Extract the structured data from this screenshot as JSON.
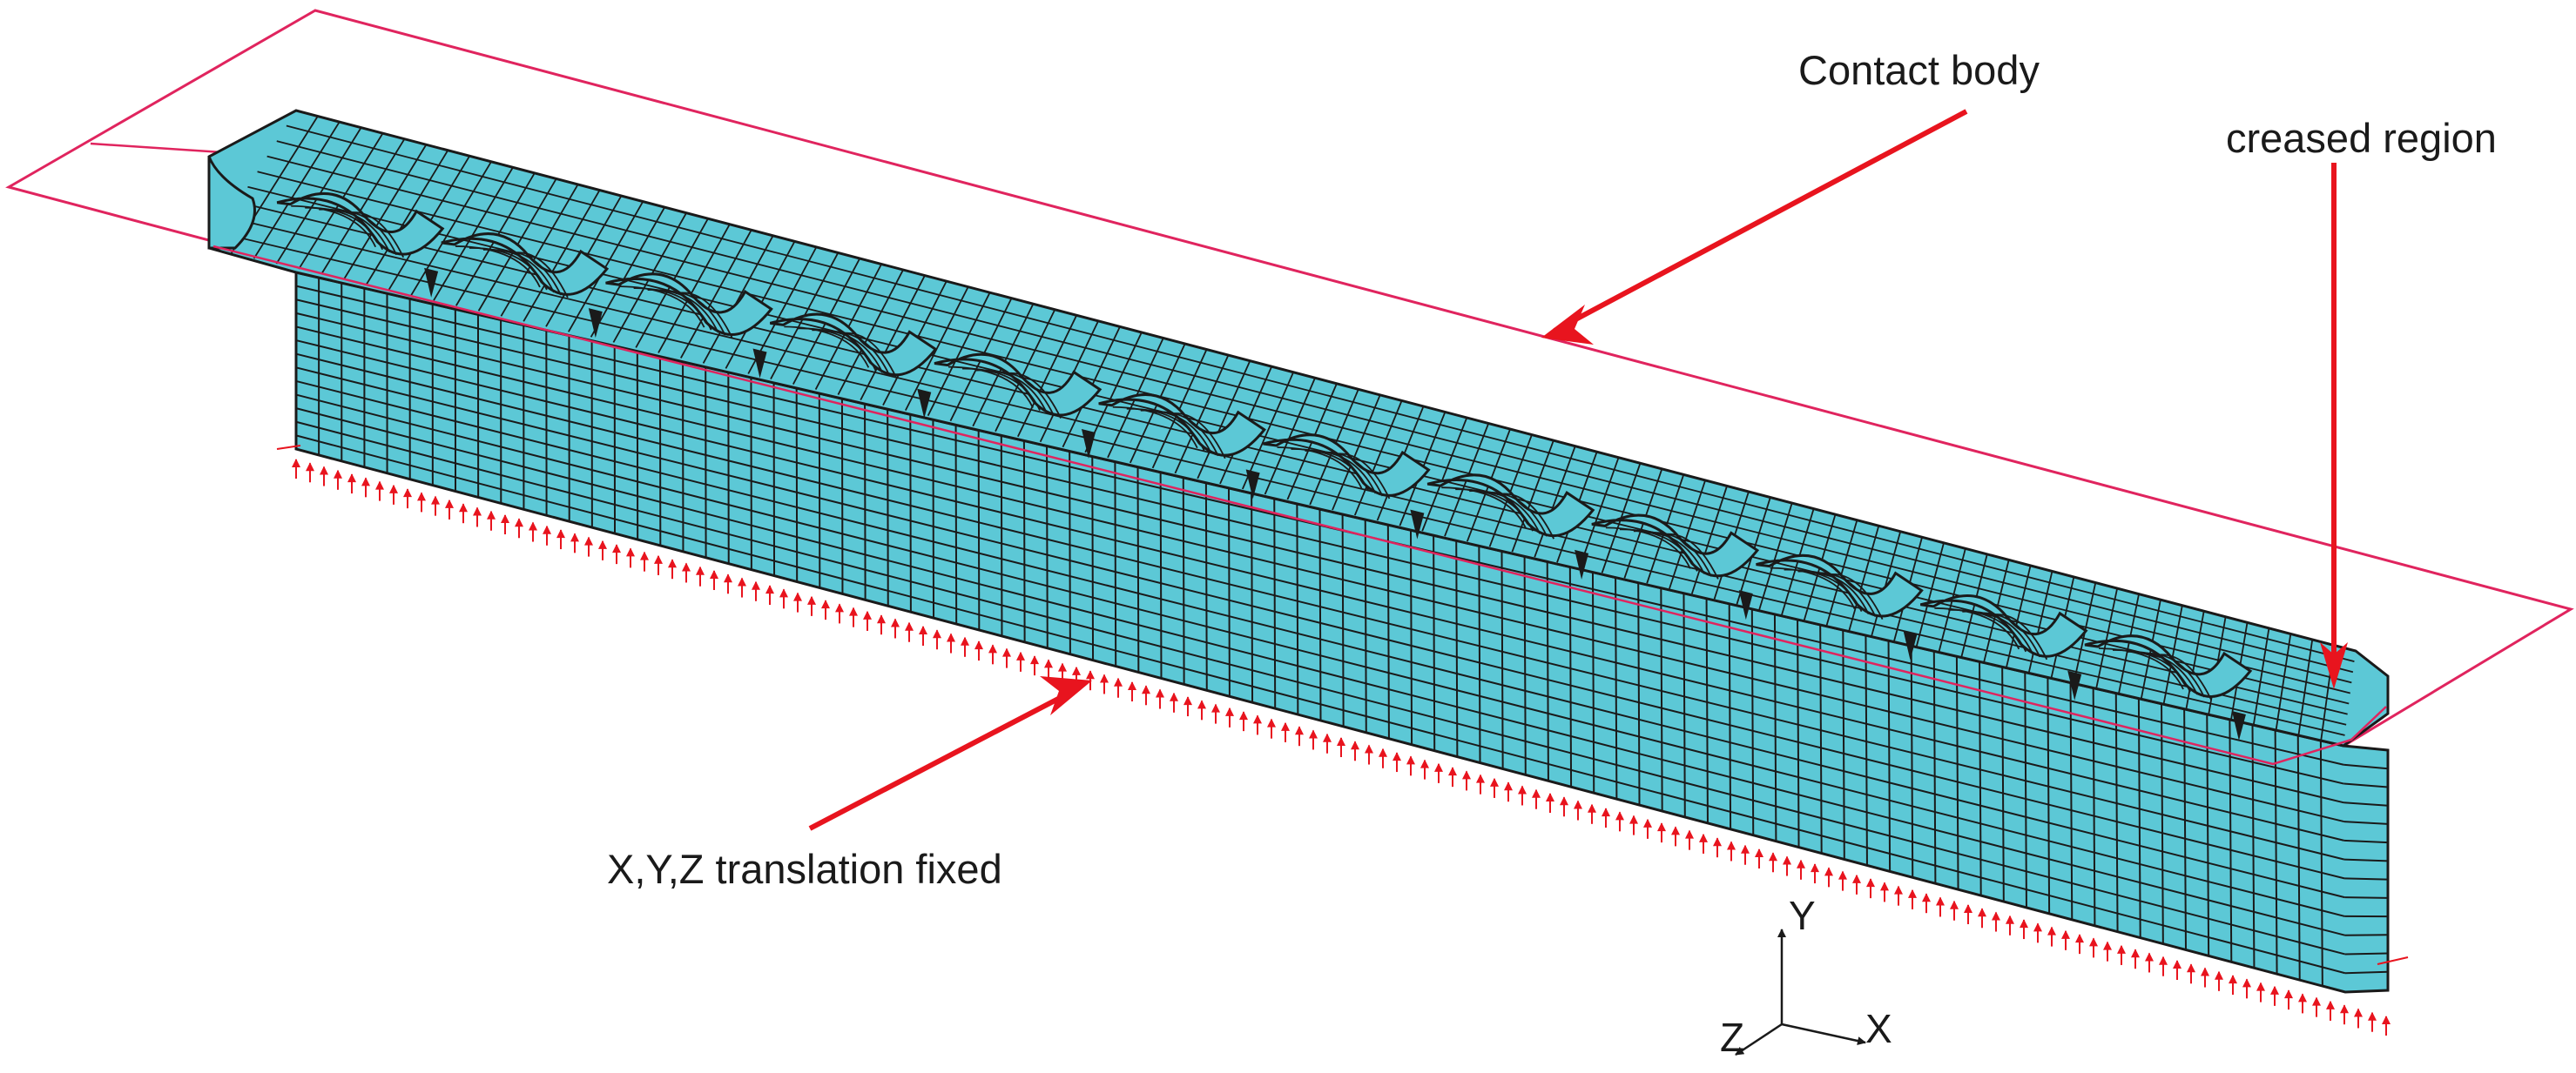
{
  "annotations": {
    "contact_body": "Contact body",
    "creased_region": "creased region",
    "bc_fixed": "X,Y,Z translation fixed"
  },
  "axes_triad": {
    "x": "X",
    "y": "Y",
    "z": "Z"
  },
  "colors": {
    "mesh_fill": "#5cc8d6",
    "mesh_lines": "#1a1a1a",
    "contact_outline": "#e0245e",
    "annotation_arrows": "#e8141e",
    "bc_markers": "#e8141e"
  }
}
